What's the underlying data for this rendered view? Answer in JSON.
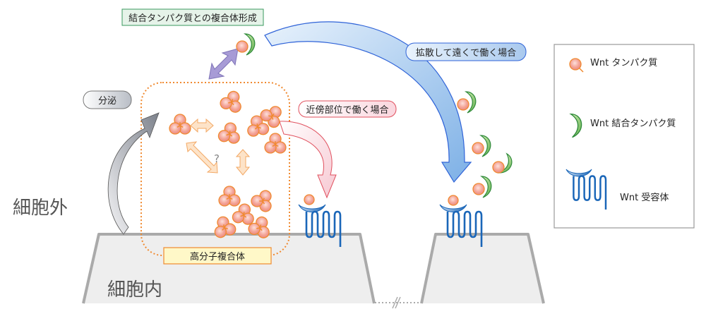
{
  "regions": {
    "extracellular": "細胞外",
    "intracellular": "細胞内"
  },
  "labels": {
    "complex_formation": "結合タンパク質との複合体形成",
    "long_range": "拡散して遠くで働く場合",
    "secretion": "分泌",
    "short_range": "近傍部位で働く場合",
    "macromolecular_complex": "高分子複合体",
    "question_mark": "?"
  },
  "legend": {
    "items": [
      {
        "icon": "wnt-protein-icon",
        "label": "Wnt タンパク質"
      },
      {
        "icon": "wnt-binding-protein-icon",
        "label": "Wnt 結合タンパク質"
      },
      {
        "icon": "wnt-receptor-icon",
        "label": "Wnt 受容体"
      }
    ]
  },
  "colors": {
    "wnt_fill": "#f2a090",
    "wnt_stroke": "#f08a30",
    "binding_fill": "#8cc870",
    "binding_stroke": "#2f8a3a",
    "receptor": "#1a66b8",
    "cell_fill": "#eeeeee",
    "cell_stroke": "#aaaaaa",
    "complex_box_stroke": "#f08a30",
    "long_arrow_fill": "#8ab8e8",
    "short_arrow_fill": "#fbe0e6",
    "secretion_arrow": "#8a8f98",
    "exchange_arrow": "#a79bd6",
    "oligomer_arrow": "#fde3c8"
  }
}
